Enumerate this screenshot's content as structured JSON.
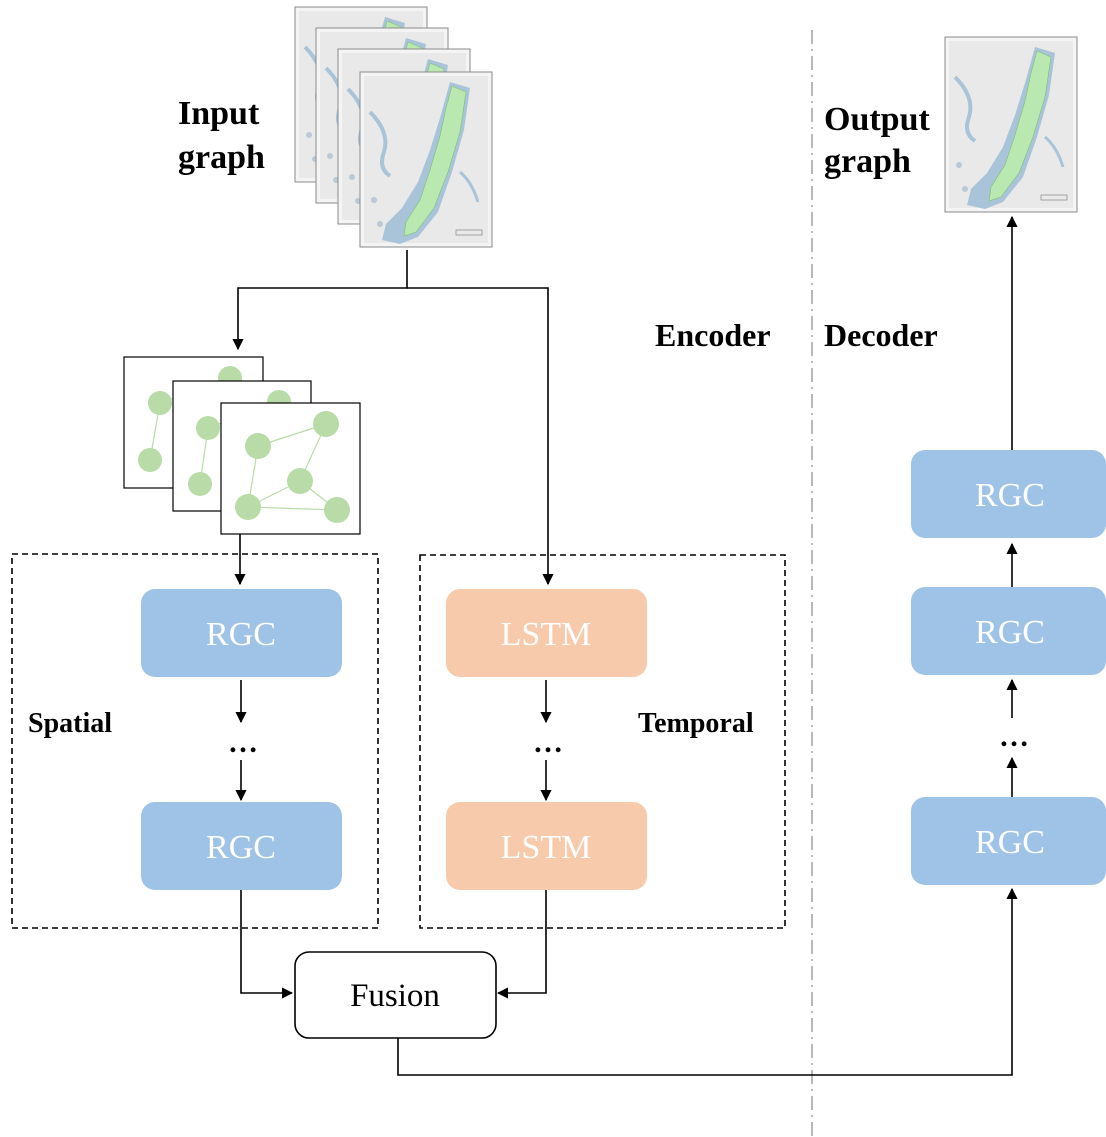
{
  "labels": {
    "input_graph": [
      "Input",
      "graph"
    ],
    "output_graph": [
      "Output",
      "graph"
    ],
    "encoder": "Encoder",
    "decoder": "Decoder",
    "spatial": "Spatial",
    "temporal": "Temporal",
    "ellipsis": "…"
  },
  "blocks": {
    "rgc": "RGC",
    "lstm": "LSTM",
    "fusion": "Fusion"
  },
  "colors": {
    "rgc": "#9fc3e6",
    "lstm": "#f7caac",
    "node": "#b8dba8",
    "map_land": "#e8e8e8",
    "map_water": "#a9c4d9",
    "map_region": "#b9e8b0"
  }
}
